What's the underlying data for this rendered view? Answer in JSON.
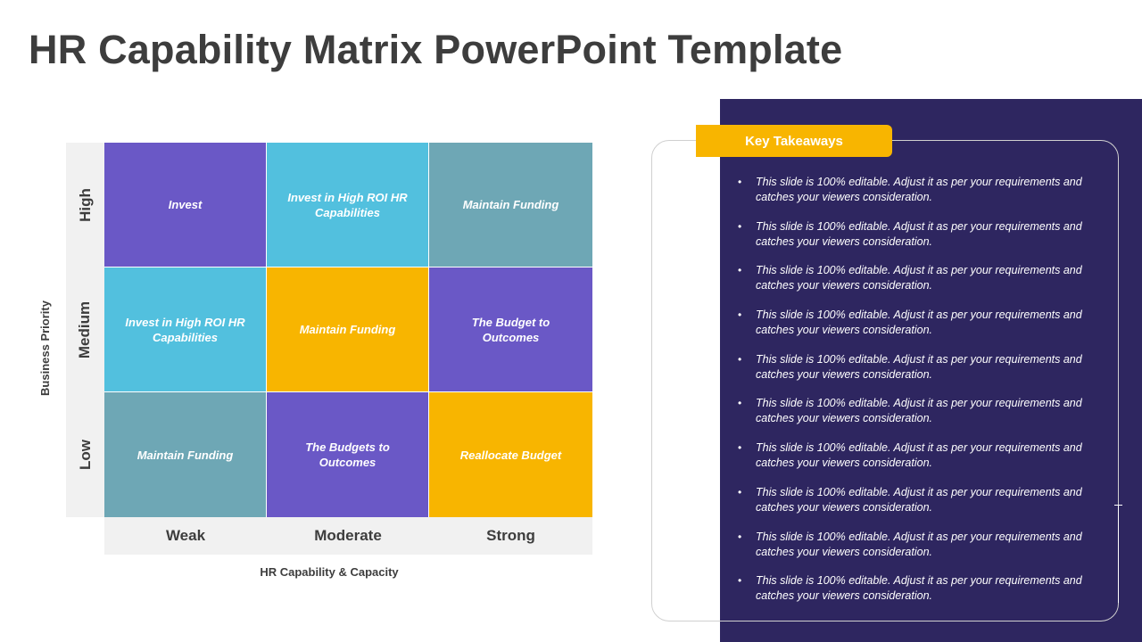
{
  "title": "HR Capability Matrix PowerPoint Template",
  "matrix": {
    "y_axis_title": "Business Priority",
    "x_axis_title": "HR Capability & Capacity",
    "rows": [
      "High",
      "Medium",
      "Low"
    ],
    "columns": [
      "Weak",
      "Moderate",
      "Strong"
    ],
    "cells": [
      {
        "label": "Invest",
        "color": "#6a58c6"
      },
      {
        "label": "Invest in High ROI HR Capabilities",
        "color": "#52c0de"
      },
      {
        "label": "Maintain Funding",
        "color": "#6ea7b5"
      },
      {
        "label": "Invest in High ROI HR Capabilities",
        "color": "#52c0de"
      },
      {
        "label": "Maintain Funding",
        "color": "#f8b500"
      },
      {
        "label": "The Budget to Outcomes",
        "color": "#6a58c6"
      },
      {
        "label": "Maintain Funding",
        "color": "#6ea7b5"
      },
      {
        "label": "The Budgets to Outcomes",
        "color": "#6a58c6"
      },
      {
        "label": "Reallocate Budget",
        "color": "#f8b500"
      }
    ]
  },
  "takeaways": {
    "heading": "Key Takeaways",
    "items": [
      "This slide is 100% editable. Adjust it as per your requirements and catches your viewers consideration.",
      "This slide is 100% editable. Adjust it as per your requirements and catches your viewers consideration.",
      "This slide is 100% editable. Adjust it as per your requirements and catches your viewers consideration.",
      "This slide is 100% editable. Adjust it as per your requirements and catches your viewers consideration.",
      "This slide is 100% editable. Adjust it as per your requirements and catches your viewers consideration.",
      "This slide is 100% editable. Adjust it as per your requirements and catches your viewers consideration.",
      "This slide is 100% editable. Adjust it as per your requirements and catches your viewers consideration.",
      "This slide is 100% editable. Adjust it as per your requirements and catches your viewers consideration.",
      "This slide is 100% editable. Adjust it as per your requirements and catches your viewers consideration.",
      "This slide is 100% editable. Adjust it as per your requirements and catches your viewers consideration."
    ]
  },
  "colors": {
    "panel": "#2e2660",
    "accent": "#f8b500",
    "purple": "#6a58c6",
    "cyan": "#52c0de",
    "teal": "#6ea7b5"
  }
}
